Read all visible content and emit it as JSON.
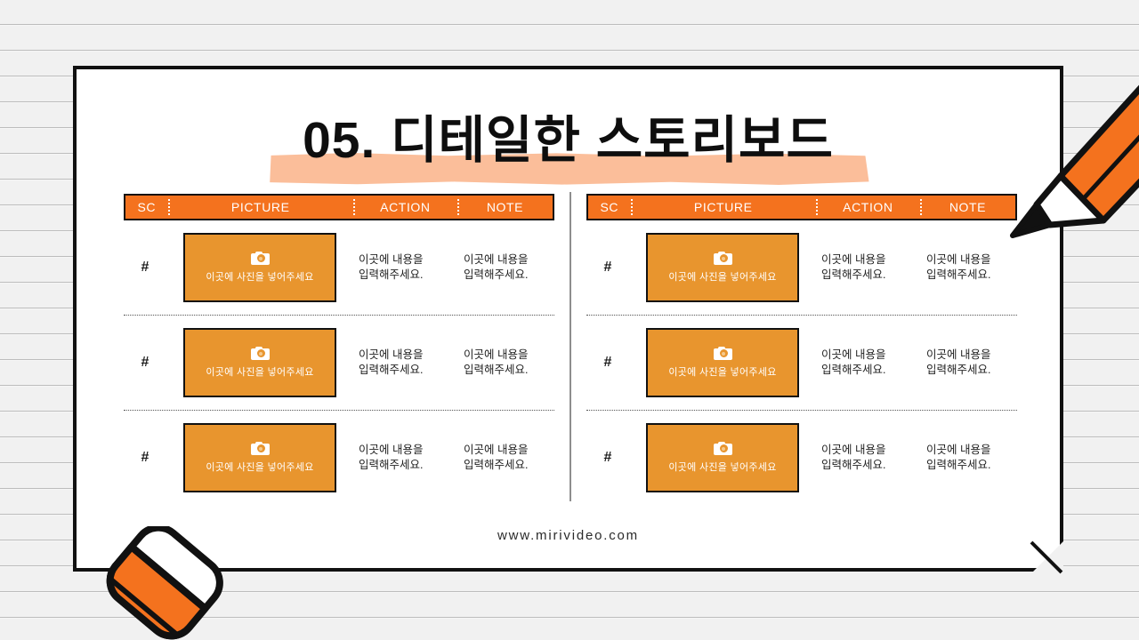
{
  "slide": {
    "title": "05. 디테일한 스토리보드",
    "footer_url": "www.mirivideo.com"
  },
  "theme": {
    "header_orange": "#F4721E",
    "picture_orange": "#E8952E",
    "highlight_peach": "#FBBE9A",
    "outline_black": "#111111",
    "page_bg": "#F1F1F1"
  },
  "table": {
    "columns": [
      {
        "key": "sc",
        "label": "SC"
      },
      {
        "key": "picture",
        "label": "PICTURE"
      },
      {
        "key": "action",
        "label": "ACTION"
      },
      {
        "key": "note",
        "label": "NOTE"
      }
    ]
  },
  "placeholders": {
    "picture_text": "이곳에 사진을 넣어주세요",
    "text_line1": "이곳에 내용을",
    "text_line2": "입력해주세요.",
    "camera_icon": "camera-icon"
  },
  "boards": [
    {
      "id": "left",
      "rows": [
        {
          "sc": "#",
          "picture": "이곳에 사진을 넣어주세요",
          "action_line1": "이곳에 내용을",
          "action_line2": "입력해주세요.",
          "note_line1": "이곳에 내용을",
          "note_line2": "입력해주세요."
        },
        {
          "sc": "#",
          "picture": "이곳에 사진을 넣어주세요",
          "action_line1": "이곳에 내용을",
          "action_line2": "입력해주세요.",
          "note_line1": "이곳에 내용을",
          "note_line2": "입력해주세요."
        },
        {
          "sc": "#",
          "picture": "이곳에 사진을 넣어주세요",
          "action_line1": "이곳에 내용을",
          "action_line2": "입력해주세요.",
          "note_line1": "이곳에 내용을",
          "note_line2": "입력해주세요."
        }
      ]
    },
    {
      "id": "right",
      "rows": [
        {
          "sc": "#",
          "picture": "이곳에 사진을 넣어주세요",
          "action_line1": "이곳에 내용을",
          "action_line2": "입력해주세요.",
          "note_line1": "이곳에 내용을",
          "note_line2": "입력해주세요."
        },
        {
          "sc": "#",
          "picture": "이곳에 사진을 넣어주세요",
          "action_line1": "이곳에 내용을",
          "action_line2": "입력해주세요.",
          "note_line1": "이곳에 내용을",
          "note_line2": "입력해주세요."
        },
        {
          "sc": "#",
          "picture": "이곳에 사진을 넣어주세요",
          "action_line1": "이곳에 내용을",
          "action_line2": "입력해주세요.",
          "note_line1": "이곳에 내용을",
          "note_line2": "입력해주세요."
        }
      ]
    }
  ],
  "decorations": [
    {
      "name": "pencil-illustration"
    },
    {
      "name": "eraser-illustration"
    },
    {
      "name": "page-fold-corner"
    }
  ]
}
